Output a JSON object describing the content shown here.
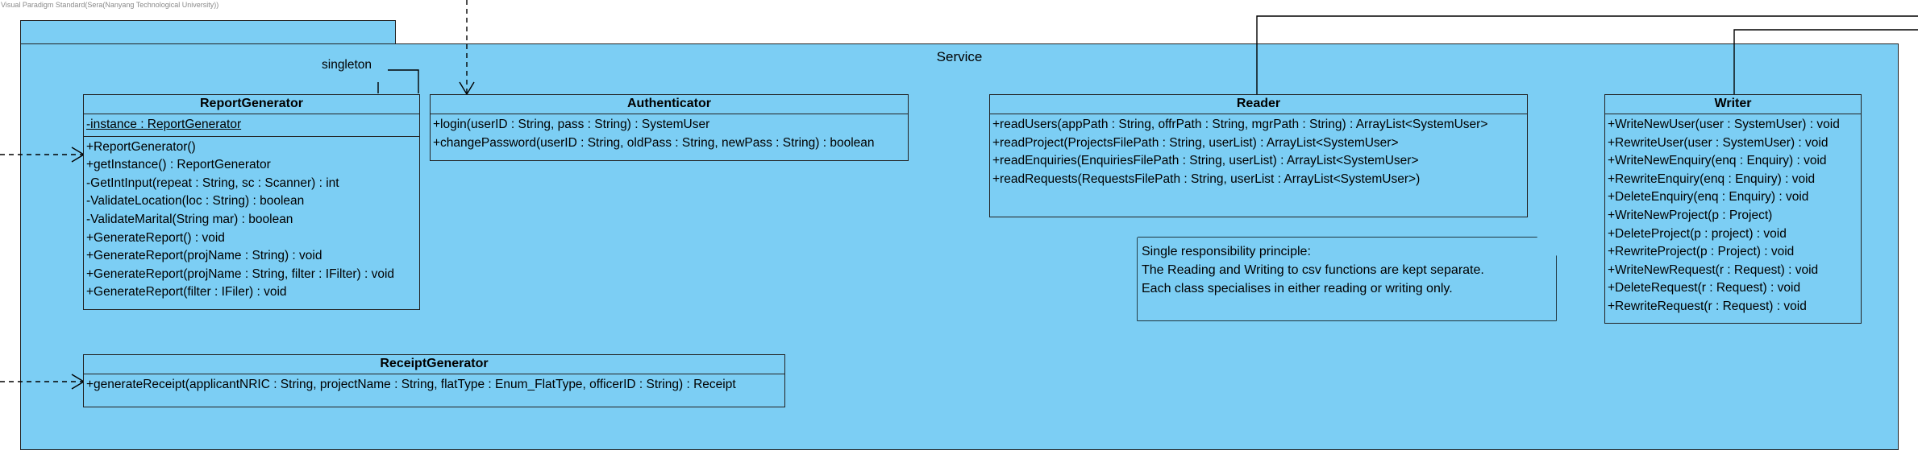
{
  "watermark": "Visual Paradigm Standard(Sera(Nanyang Technological University))",
  "package": {
    "name": "Service"
  },
  "stereotype_label": "singleton",
  "classes": {
    "report_generator": {
      "name": "ReportGenerator",
      "attributes": [
        "-instance : ReportGenerator"
      ],
      "operations": [
        "+ReportGenerator()",
        "+getInstance() : ReportGenerator",
        "-GetIntInput(repeat : String, sc : Scanner) : int",
        "-ValidateLocation(loc : String) : boolean",
        "-ValidateMarital(String mar) : boolean",
        "+GenerateReport() : void",
        "+GenerateReport(projName : String) : void",
        "+GenerateReport(projName : String, filter : IFilter) : void",
        "+GenerateReport(filter : IFiler) : void"
      ]
    },
    "authenticator": {
      "name": "Authenticator",
      "operations": [
        "+login(userID : String, pass : String) : SystemUser",
        "+changePassword(userID : String, oldPass : String, newPass : String) : boolean"
      ]
    },
    "reader": {
      "name": "Reader",
      "operations": [
        "+readUsers(appPath : String, offrPath : String, mgrPath : String) : ArrayList<SystemUser>",
        "+readProject(ProjectsFilePath : String, userList) : ArrayList<SystemUser>",
        "+readEnquiries(EnquiriesFilePath : String, userList) : ArrayList<SystemUser>",
        "+readRequests(RequestsFilePath : String, userList : ArrayList<SystemUser>)"
      ]
    },
    "writer": {
      "name": "Writer",
      "operations": [
        "+WriteNewUser(user : SystemUser) : void",
        "+RewriteUser(user : SystemUser) : void",
        "+WriteNewEnquiry(enq : Enquiry) : void",
        "+RewriteEnquiry(enq : Enquiry) : void",
        "+DeleteEnquiry(enq : Enquiry) : void",
        "+WriteNewProject(p : Project)",
        "+DeleteProject(p : project) : void",
        "+RewriteProject(p : Project) : void",
        "+WriteNewRequest(r : Request) : void",
        "+DeleteRequest(r : Request) : void",
        "+RewriteRequest(r : Request) : void"
      ]
    },
    "receipt_generator": {
      "name": "ReceiptGenerator",
      "operations": [
        "+generateReceipt(applicantNRIC : String, projectName : String, flatType : Enum_FlatType, officerID : String) : Receipt"
      ]
    }
  },
  "note": {
    "lines": [
      "Single responsibility principle:",
      "The Reading and Writing to csv functions are kept separate.",
      "Each class specialises in either reading or writing only."
    ]
  }
}
